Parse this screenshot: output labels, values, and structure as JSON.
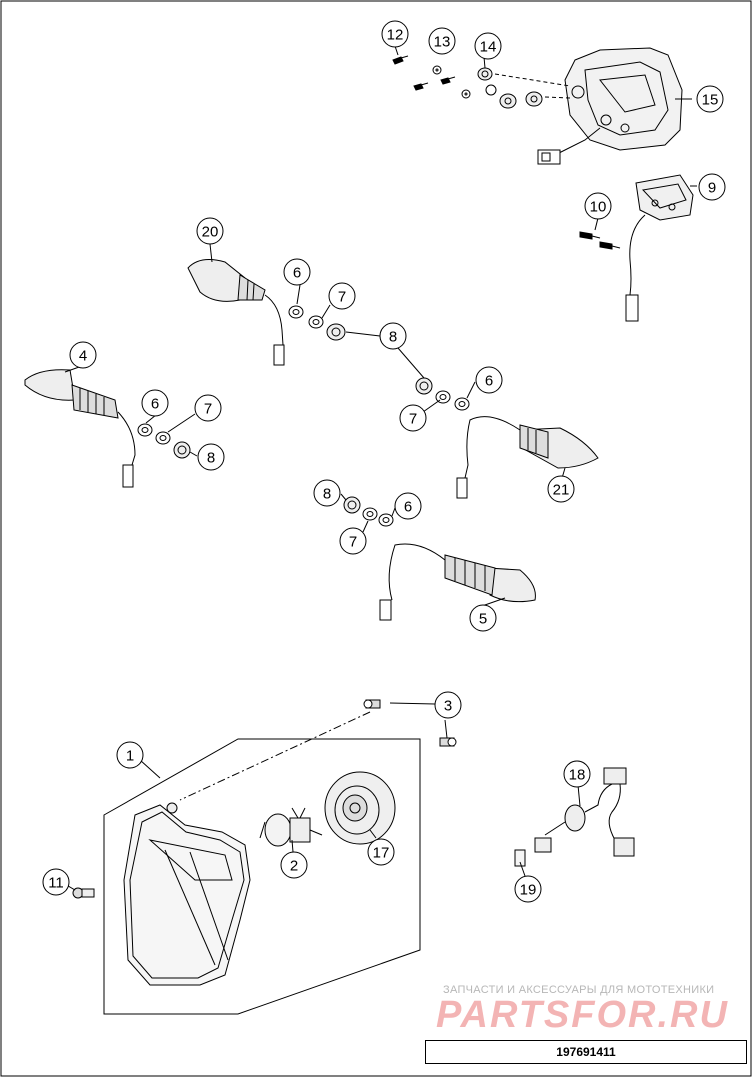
{
  "callouts": {
    "c1": "1",
    "c2": "2",
    "c3": "3",
    "c4": "4",
    "c5": "5",
    "c6a": "6",
    "c6b": "6",
    "c6c": "6",
    "c6d": "6",
    "c7a": "7",
    "c7b": "7",
    "c7c": "7",
    "c7d": "7",
    "c8a": "8",
    "c8b": "8",
    "c8c": "8",
    "c9": "9",
    "c10": "10",
    "c11": "11",
    "c12": "12",
    "c13": "13",
    "c14": "14",
    "c15": "15",
    "c17": "17",
    "c18": "18",
    "c19": "19",
    "c20": "20",
    "c21": "21"
  },
  "watermark": {
    "caption": "ЗАПЧАСТИ И АКСЕССУАРЫ ДЛЯ МОТОТЕХНИКИ",
    "brand": "PARTSFOR.RU"
  },
  "part_number": "197691411"
}
